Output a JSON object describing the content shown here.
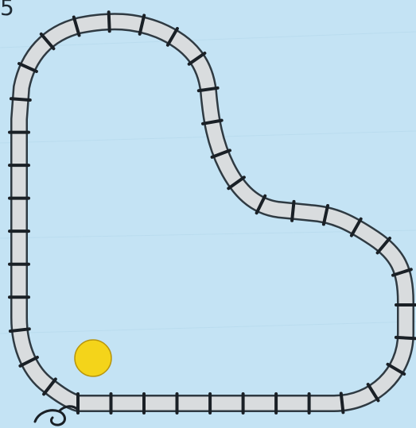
{
  "page": {
    "number": "5"
  },
  "colors": {
    "background": "#c4e3f4",
    "track_fill": "#d9dcde",
    "track_edge": "#2f3a42",
    "sleeper": "#1a2026",
    "ball_fill": "#f4d41a",
    "ball_edge": "#b8950c",
    "snail_stroke": "#1a2026"
  },
  "scene": {
    "track": "closed-loop-rail-track",
    "ball": "yellow-ball",
    "corner_mark": "spiral-icon"
  }
}
